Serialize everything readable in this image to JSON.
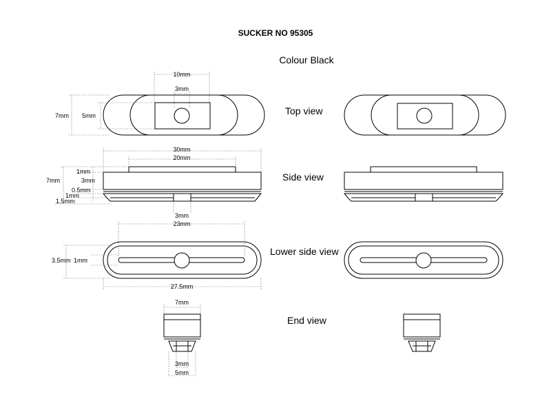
{
  "header": {
    "title": "SUCKER NO 95305",
    "subtitle": "Colour Black"
  },
  "views": {
    "top": "Top view",
    "side": "Side view",
    "lower_side": "Lower side view",
    "end": "End view"
  },
  "dimensions": {
    "top": {
      "width_inner": "10mm",
      "hole": "3mm",
      "height_outer": "7mm",
      "height_inner": "5mm"
    },
    "side": {
      "length_total": "30mm",
      "length_top": "20mm",
      "height_total": "7mm",
      "top_plate": "1mm",
      "body": "3mm",
      "gap": "0.5mm",
      "lip": "1mm",
      "flange": "1.5mm",
      "nozzle": "3mm"
    },
    "lower": {
      "slot_length": "23mm",
      "height": "3.5mm",
      "slot_width": "1mm",
      "length_total": "27.5mm"
    },
    "end": {
      "width": "7mm",
      "nozzle_inner": "3mm",
      "nozzle_outer": "5mm"
    }
  }
}
